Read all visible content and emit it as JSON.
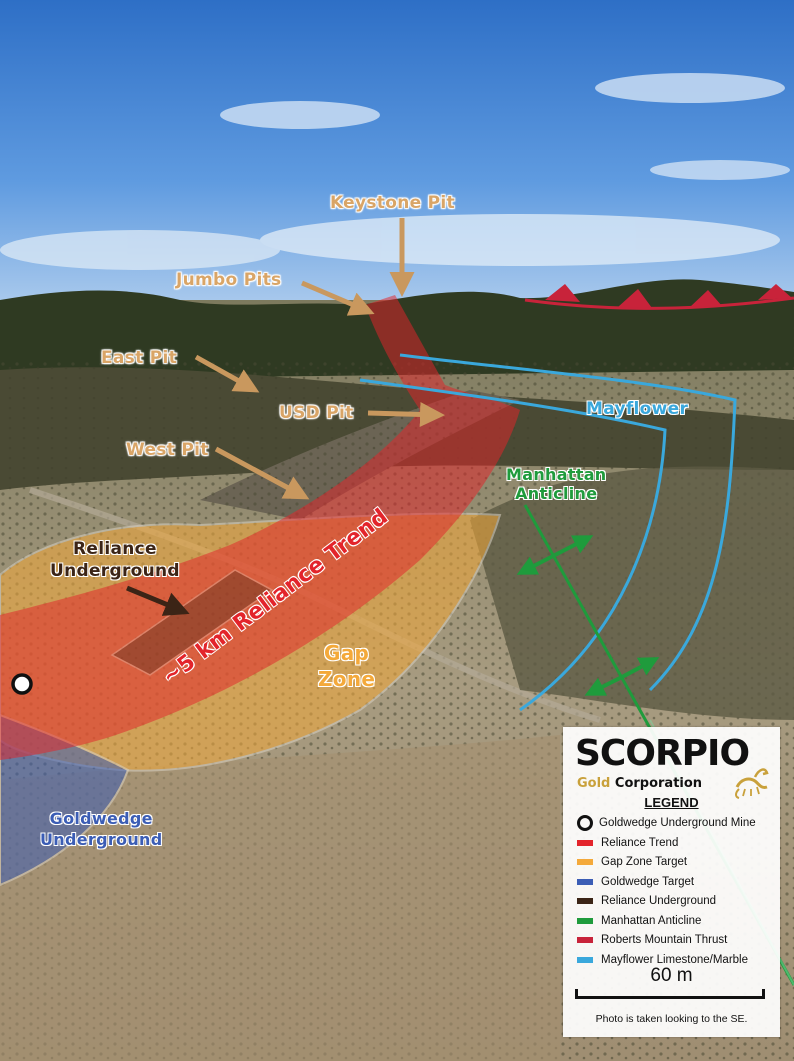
{
  "labels": {
    "keystone_pit": "Keystone Pit",
    "jumbo_pits": "Jumbo Pits",
    "east_pit": "East Pit",
    "usd_pit": "USD Pit",
    "west_pit": "West Pit",
    "mayflower": "Mayflower",
    "manhattan_anticline_1": "Manhattan",
    "manhattan_anticline_2": "Anticline",
    "reliance_underground_1": "Reliance",
    "reliance_underground_2": "Underground",
    "reliance_trend": "~5 km Reliance Trend",
    "gap_zone_1": "Gap",
    "gap_zone_2": "Zone",
    "goldwedge_underground_1": "Goldwedge",
    "goldwedge_underground_2": "Underground"
  },
  "legend": {
    "brand": "SCORPIO",
    "brand_gold": "Gold",
    "brand_rest": "Corporation",
    "title": "LEGEND",
    "items": [
      {
        "label": "Goldwedge Underground Mine",
        "color": "#111111",
        "kind": "ring"
      },
      {
        "label": "Reliance Trend",
        "color": "#e3242b",
        "kind": "swatch"
      },
      {
        "label": "Gap Zone Target",
        "color": "#f4a93a",
        "kind": "swatch"
      },
      {
        "label": "Goldwedge Target",
        "color": "#3b5db5",
        "kind": "swatch"
      },
      {
        "label": "Reliance Underground",
        "color": "#3b2416",
        "kind": "swatch"
      },
      {
        "label": "Manhattan Anticline",
        "color": "#1f9b3c",
        "kind": "swatch"
      },
      {
        "label": "Roberts Mountain Thrust",
        "color": "#c8233a",
        "kind": "swatch"
      },
      {
        "label": "Mayflower Limestone/Marble",
        "color": "#3aa8dc",
        "kind": "swatch"
      }
    ],
    "scale": "60 m",
    "note": "Photo is taken looking to the SE."
  },
  "colors": {
    "reliance_trend": "#e3242b",
    "gap_zone": "#f4a93a",
    "goldwedge": "#3b5db5",
    "reliance_underground": "#3b2416",
    "manhattan_anticline": "#1f9b3c",
    "roberts_mountain_thrust": "#c8233a",
    "mayflower": "#3aa8dc",
    "pit_label": "#d9a567"
  }
}
